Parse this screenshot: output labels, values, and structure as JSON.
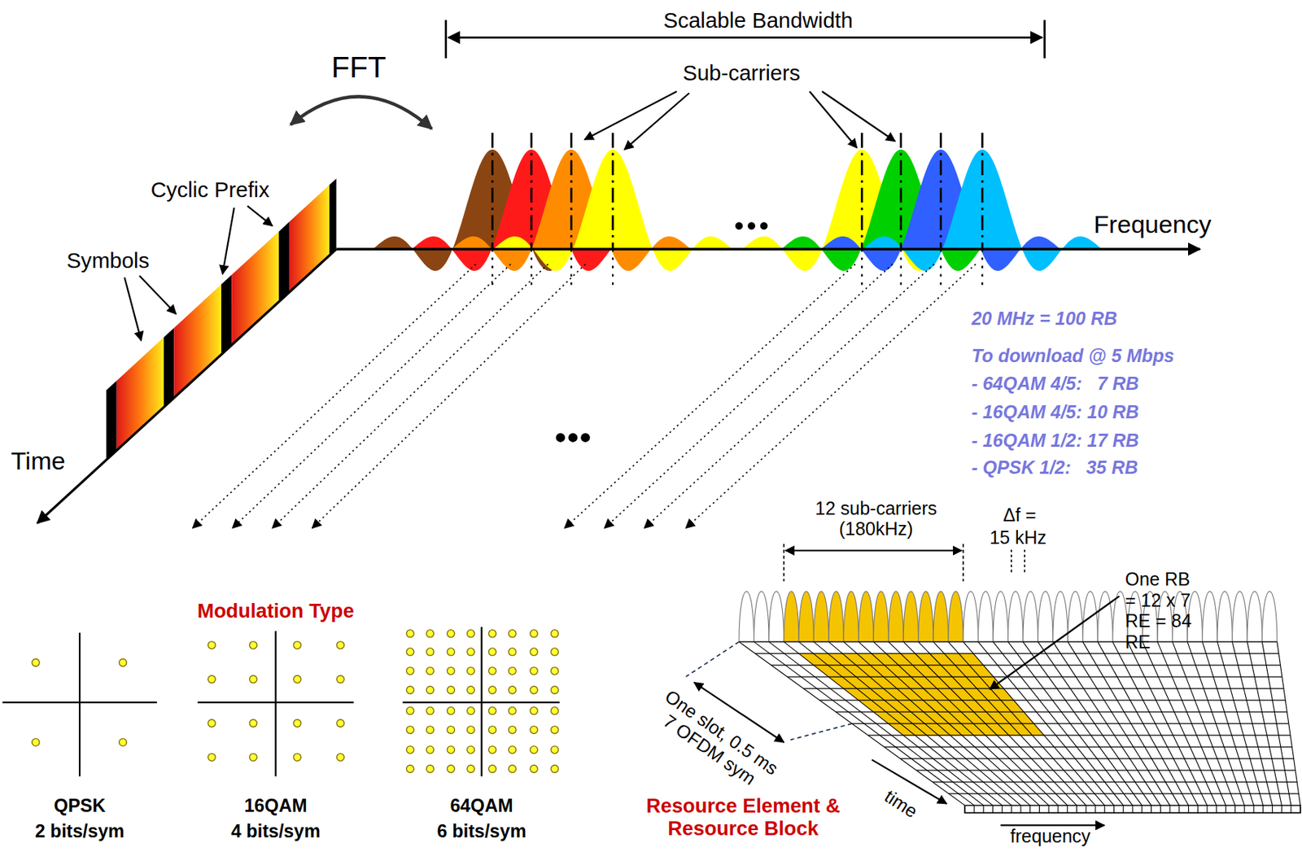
{
  "diagram": {
    "labels": [
      "Scalable Bandwidth",
      "FFT",
      "Sub-carriers",
      "Cyclic Prefix",
      "Symbols",
      "Frequency",
      "Time",
      "20 MHz = 100 RB",
      "To download @ 5 Mbps",
      "- 64QAM 4/5:   7 RB",
      "- 16QAM 4/5: 10 RB",
      "- 16QAM 1/2: 17 RB",
      "- QPSK 1/2:   35 RB",
      "12 sub-carriers (180kHz)",
      "Δf =",
      "15 kHz",
      "One RB = 12 x 7 RE = 84 RE",
      "One slot, 0.5 ms 7 OFDM sym",
      "time",
      "frequency",
      "Modulation Type",
      "QPSK",
      "2 bits/sym",
      "16QAM",
      "4 bits/sym",
      "64QAM",
      "6 bits/sym",
      "Resource Element & Resource Block"
    ]
  }
}
